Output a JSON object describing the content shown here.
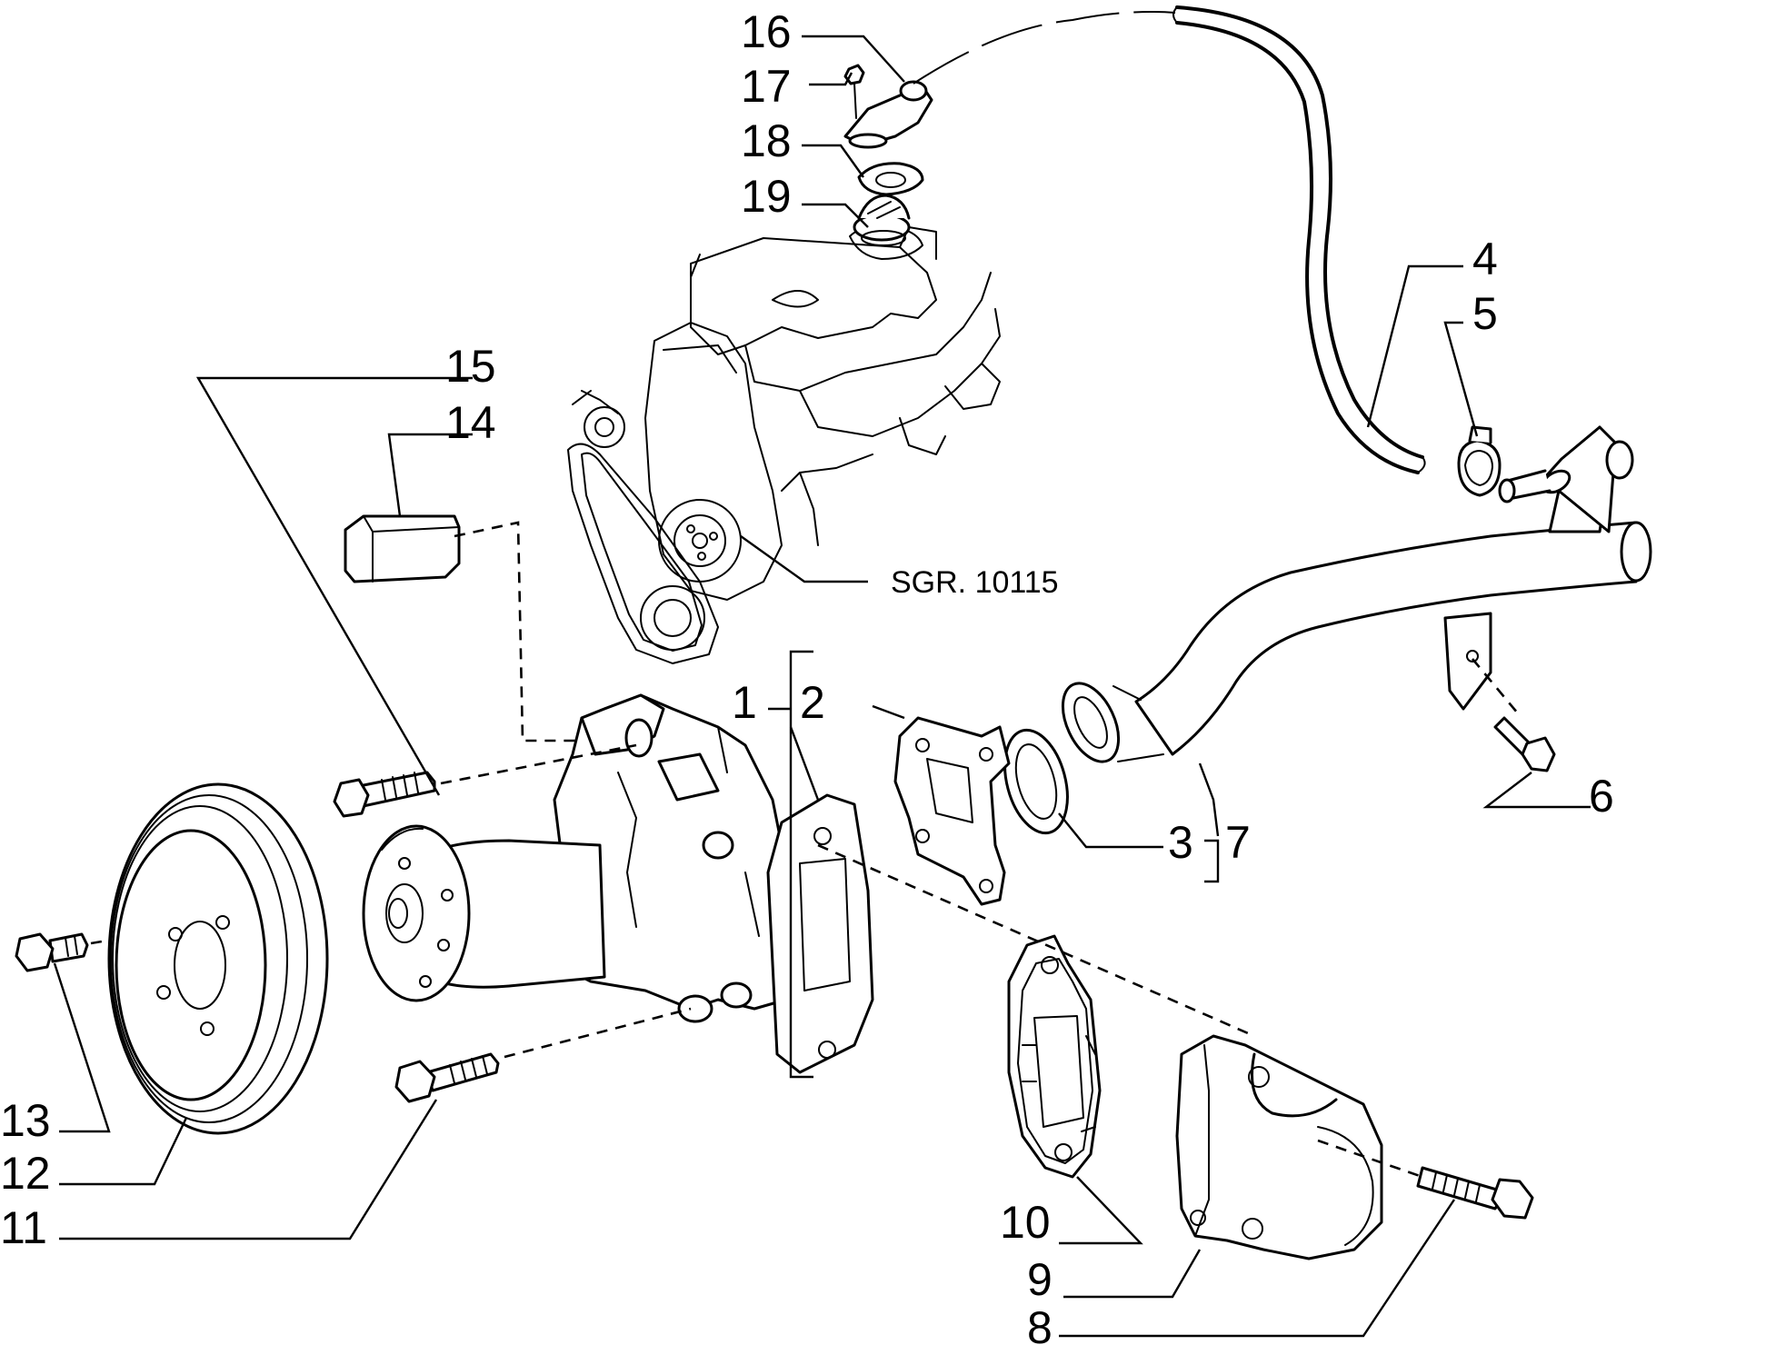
{
  "diagram": {
    "type": "exploded-parts-diagram",
    "reference_label": "SGR. 10115",
    "callouts": [
      {
        "id": "c1",
        "number": "1"
      },
      {
        "id": "c2",
        "number": "2"
      },
      {
        "id": "c3",
        "number": "3"
      },
      {
        "id": "c4",
        "number": "4"
      },
      {
        "id": "c5",
        "number": "5"
      },
      {
        "id": "c6",
        "number": "6"
      },
      {
        "id": "c7",
        "number": "7"
      },
      {
        "id": "c8",
        "number": "8"
      },
      {
        "id": "c9",
        "number": "9"
      },
      {
        "id": "c10",
        "number": "10"
      },
      {
        "id": "c11",
        "number": "11"
      },
      {
        "id": "c12",
        "number": "12"
      },
      {
        "id": "c13",
        "number": "13"
      },
      {
        "id": "c14",
        "number": "14"
      },
      {
        "id": "c15",
        "number": "15"
      },
      {
        "id": "c16",
        "number": "16"
      },
      {
        "id": "c17",
        "number": "17"
      },
      {
        "id": "c18",
        "number": "18"
      },
      {
        "id": "c19",
        "number": "19"
      }
    ]
  }
}
